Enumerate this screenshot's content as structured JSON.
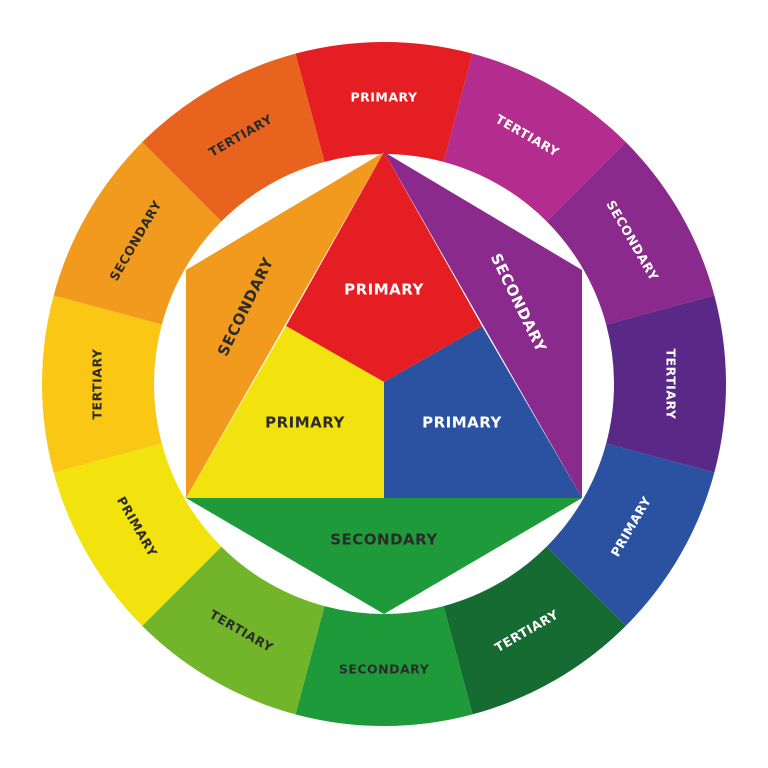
{
  "outer_ring": [
    {
      "label": "PRIMARY",
      "color": "#E41E23",
      "text_color": "#FFFFFF"
    },
    {
      "label": "TERTIARY",
      "color": "#B32D8E",
      "text_color": "#FFFFFF"
    },
    {
      "label": "SECONDARY",
      "color": "#8A2A8C",
      "text_color": "#FFFFFF"
    },
    {
      "label": "TERTIARY",
      "color": "#5A2886",
      "text_color": "#FFFFFF"
    },
    {
      "label": "PRIMARY",
      "color": "#2B52A0",
      "text_color": "#FFFFFF"
    },
    {
      "label": "TERTIARY",
      "color": "#166B33",
      "text_color": "#FFFFFF"
    },
    {
      "label": "SECONDARY",
      "color": "#1F9A3A",
      "text_color": "#2B2B2B"
    },
    {
      "label": "TERTIARY",
      "color": "#72B52B",
      "text_color": "#2B2B2B"
    },
    {
      "label": "PRIMARY",
      "color": "#F2E20E",
      "text_color": "#2B2B2B"
    },
    {
      "label": "TERTIARY",
      "color": "#FBC715",
      "text_color": "#2B2B2B"
    },
    {
      "label": "SECONDARY",
      "color": "#F29A1D",
      "text_color": "#2B2B2B"
    },
    {
      "label": "TERTIARY",
      "color": "#E8641E",
      "text_color": "#2B2B2B"
    }
  ],
  "inner": {
    "primary_red": {
      "label": "PRIMARY",
      "color": "#E41E23",
      "text_color": "#FFFFFF"
    },
    "primary_yellow": {
      "label": "PRIMARY",
      "color": "#F2E20E",
      "text_color": "#2B2B2B"
    },
    "primary_blue": {
      "label": "PRIMARY",
      "color": "#2B52A0",
      "text_color": "#FFFFFF"
    },
    "secondary_orange": {
      "label": "SECONDARY",
      "color": "#F29A1D",
      "text_color": "#2B2B2B"
    },
    "secondary_purple": {
      "label": "SECONDARY",
      "color": "#8A2A8C",
      "text_color": "#FFFFFF"
    },
    "secondary_green": {
      "label": "SECONDARY",
      "color": "#1F9A3A",
      "text_color": "#2B2B2B"
    }
  }
}
